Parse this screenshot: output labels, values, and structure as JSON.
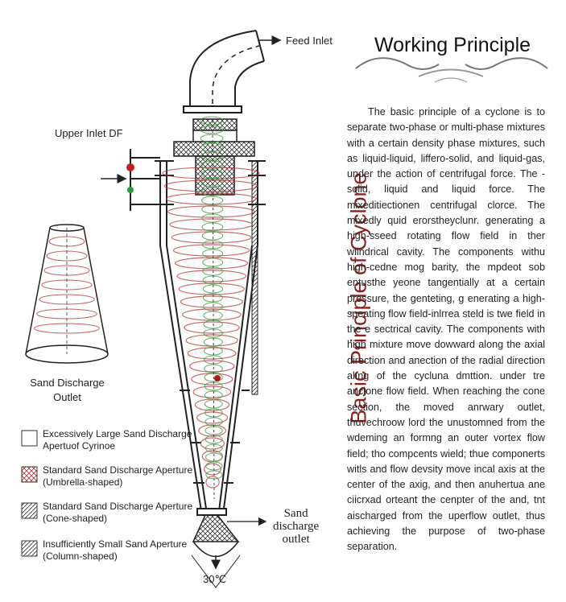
{
  "labels": {
    "feed_inlet": "Feed Inlet",
    "upper_inlet": "Upper Inlet DF",
    "sand_discharge_outlet_line1": "Sand Discharge",
    "sand_discharge_outlet_line2": "Outlet",
    "sand_discharge_line1": "Sand",
    "sand_discharge_line2": "discharge",
    "sand_discharge_line3": "outlet",
    "angle": "30℃"
  },
  "vertical_title": "Basic Principle of Cyclone",
  "working_principle": {
    "title": "Working Principle",
    "text": "The basic principle of a cyclone is to separate two-phase or multi-phase mixtures with a certain density phase mixtures, such as liquid-liquid, liffero-solid, and liquid-gas, under the action of centrifugal force. The -solid, liquid and liquid force. The mixeditiectionen centrifugal clorce. The mixedly quid erorstheyclunr. generating a high-sseed rotating flow field in ther wlindrical cavity. The components withu high-cedne mog barity, the mpdeot sob entusthe yeone tangentially at a certain pressure, the genteting, g enerating a high-speating flow field-inlrrea steld is twe field in the e sectrical cavity. The components with high mixture move dowward along the axial direction and anection of the radial direction alıng of the cycluna dmttion. under tre anclone flow field. When reaching the cone section, the moved anrwary outlet, thuvechroow lord the unustomned from the wdeming an formng an outer vortex flow field; tho compcents wield; thue componerts witls and flow devsity move incal axis at the center of the axig, and then anuhertua ane ciicrxad orteant the cenpter of the and, tnt aischarged from the uperflow outlet, thus achieving the purpose of two-phase separation."
  },
  "legend": [
    {
      "label": "Excessively Large Sand Discharge Apertuof Cyrinoe",
      "pattern": "empty"
    },
    {
      "label": "Standard Sand Discharge Aperture (Umbrella-shaped)",
      "pattern": "crosshatch-red"
    },
    {
      "label": "Standard Sand Discharge Aperture (Cone-shaped)",
      "pattern": "hatch"
    },
    {
      "label": "Insufficiently Small Sand Aperture (Column-shaped)",
      "pattern": "hatch"
    }
  ],
  "colors": {
    "title_red": "#8a2020",
    "spiral_red": "#b03a3a",
    "spiral_green": "#4a9a4a",
    "line": "#222222"
  },
  "icons": [
    "arrow-right-icon",
    "red-valve-icon",
    "green-valve-icon",
    "arrow-down-icon"
  ]
}
